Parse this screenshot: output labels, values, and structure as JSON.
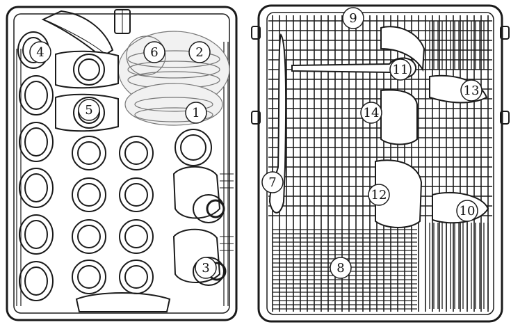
{
  "diagram": {
    "panels": [
      "left-rack",
      "right-cutlery-tray"
    ],
    "stroke_color": "#1a1a1a",
    "background_color": "#ffffff",
    "callouts": [
      {
        "id": "c1",
        "label": "1"
      },
      {
        "id": "c2",
        "label": "2"
      },
      {
        "id": "c3",
        "label": "3"
      },
      {
        "id": "c4",
        "label": "4"
      },
      {
        "id": "c5",
        "label": "5"
      },
      {
        "id": "c6",
        "label": "6"
      },
      {
        "id": "c7",
        "label": "7"
      },
      {
        "id": "c8",
        "label": "8"
      },
      {
        "id": "c9",
        "label": "9"
      },
      {
        "id": "c10",
        "label": "10"
      },
      {
        "id": "c11",
        "label": "11"
      },
      {
        "id": "c12",
        "label": "12"
      },
      {
        "id": "c13",
        "label": "13"
      },
      {
        "id": "c14",
        "label": "14"
      }
    ]
  }
}
